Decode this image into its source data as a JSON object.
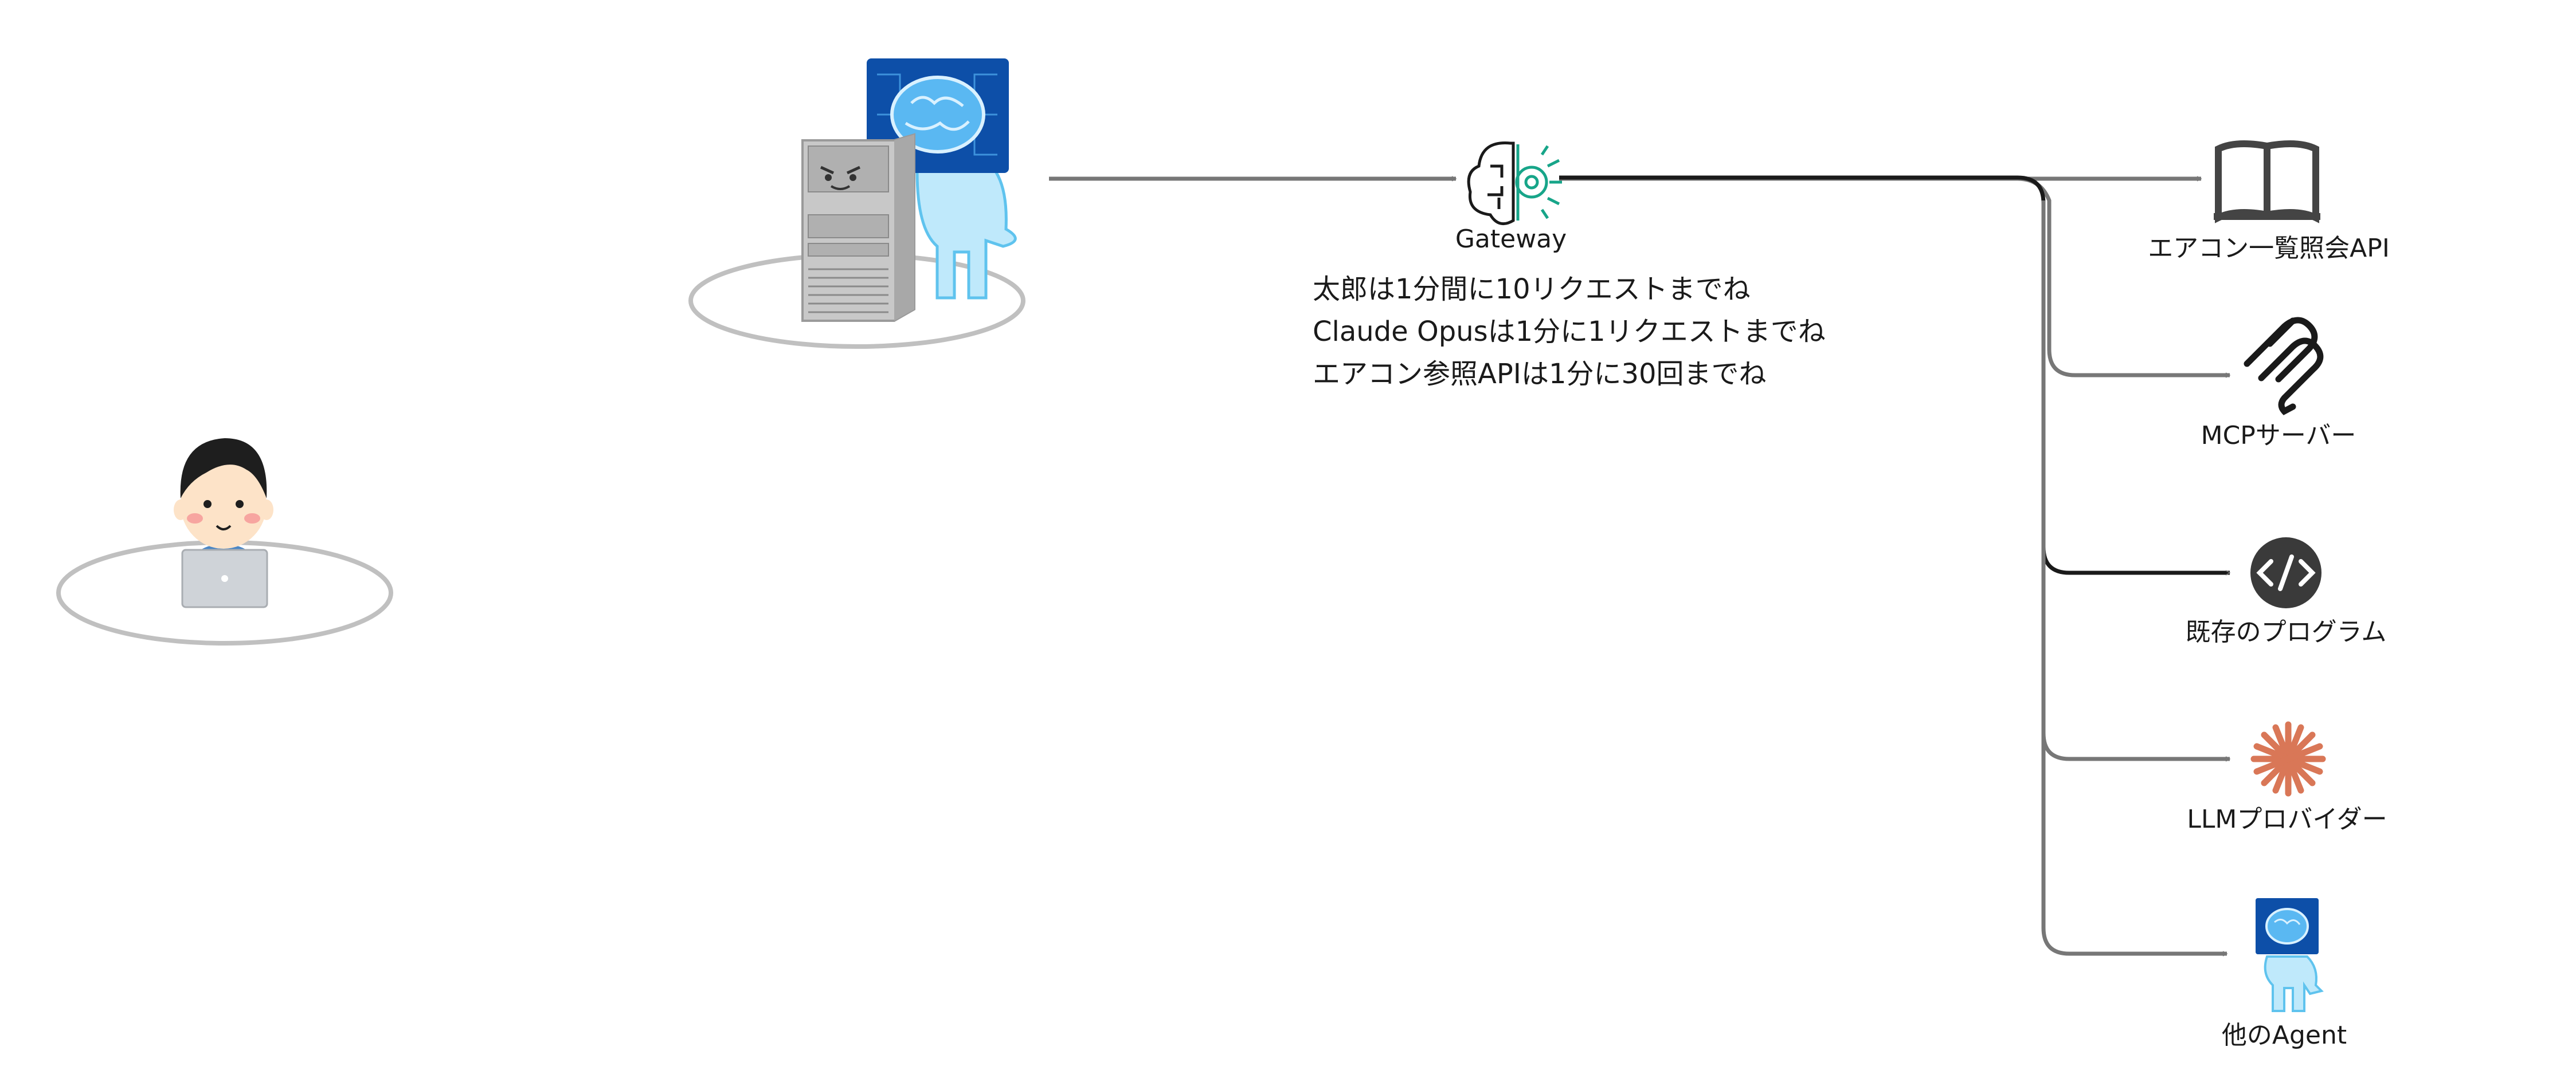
{
  "gateway": {
    "label": "Gateway"
  },
  "notes": [
    "太郎は1分間に10リクエストまでね",
    "Claude Opusは1分に1リクエストまでね",
    "エアコン参照APIは1分に30回までね"
  ],
  "targets": [
    {
      "label": "エアコン一覧照会API",
      "icon": "book-icon"
    },
    {
      "label": "MCPサーバー",
      "icon": "mcp-icon"
    },
    {
      "label": "既存のプログラム",
      "icon": "code-icon"
    },
    {
      "label": "LLMプロバイダー",
      "icon": "claude-spark-icon"
    },
    {
      "label": "他のAgent",
      "icon": "agent-robot-icon"
    }
  ],
  "colors": {
    "edge": "#777777",
    "edge_active": "#1a1a1a",
    "brain_bg": "#0d4fa8",
    "agent_body": "#9fdcf5",
    "server": "#c8c8c8",
    "claude": "#d97757",
    "gateway_accent": "#17a589"
  }
}
